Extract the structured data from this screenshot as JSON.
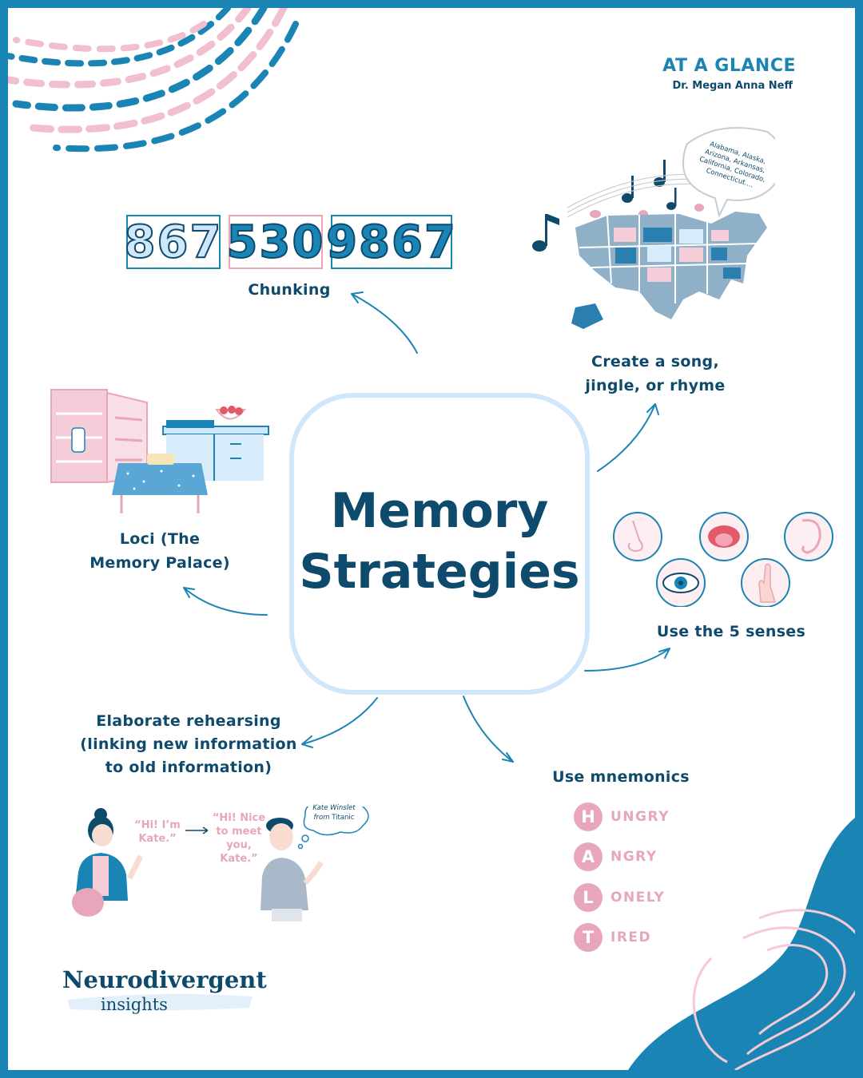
{
  "header": {
    "title": "AT A GLANCE",
    "author": "Dr. Megan Anna Neff"
  },
  "center": {
    "line1": "Memory",
    "line2": "Strategies"
  },
  "chunking": {
    "label": "Chunking",
    "groups": [
      "867",
      "530",
      "9867"
    ]
  },
  "song": {
    "label_line1": "Create a song,",
    "label_line2": "jingle, or rhyme",
    "bubble_text": "Alabama, Alaska, Arizona, Arkansas, California, Colorado, Connecticut...."
  },
  "loci": {
    "label_line1": "Loci (The",
    "label_line2": "Memory Palace)"
  },
  "senses": {
    "label": "Use the 5 senses"
  },
  "elaborate": {
    "line1": "Elaborate rehearsing",
    "line2": "(linking new information",
    "line3": "to old information)"
  },
  "dialog": {
    "quote1_line1": "“Hi! I’m",
    "quote1_line2": "Kate.”",
    "quote2_line1": "“Hi! Nice",
    "quote2_line2": "to meet",
    "quote2_line3": "you,",
    "quote2_line4": "Kate.”",
    "thought_line1": "Kate Winslet",
    "thought_line2_a": "from",
    "thought_line2_b": "Titanic"
  },
  "mnemonics": {
    "label": "Use mnemonics",
    "rows": [
      {
        "letter": "H",
        "rest": "UNGRY"
      },
      {
        "letter": "A",
        "rest": "NGRY"
      },
      {
        "letter": "L",
        "rest": "ONELY"
      },
      {
        "letter": "T",
        "rest": "IRED"
      }
    ]
  },
  "brand": {
    "line1": "Neurodivergent",
    "line2": "insights"
  },
  "colors": {
    "frame": "#1a84b4",
    "navy": "#0e4a6b",
    "pink": "#e7a6ba",
    "light_blue": "#cfe6fb"
  }
}
